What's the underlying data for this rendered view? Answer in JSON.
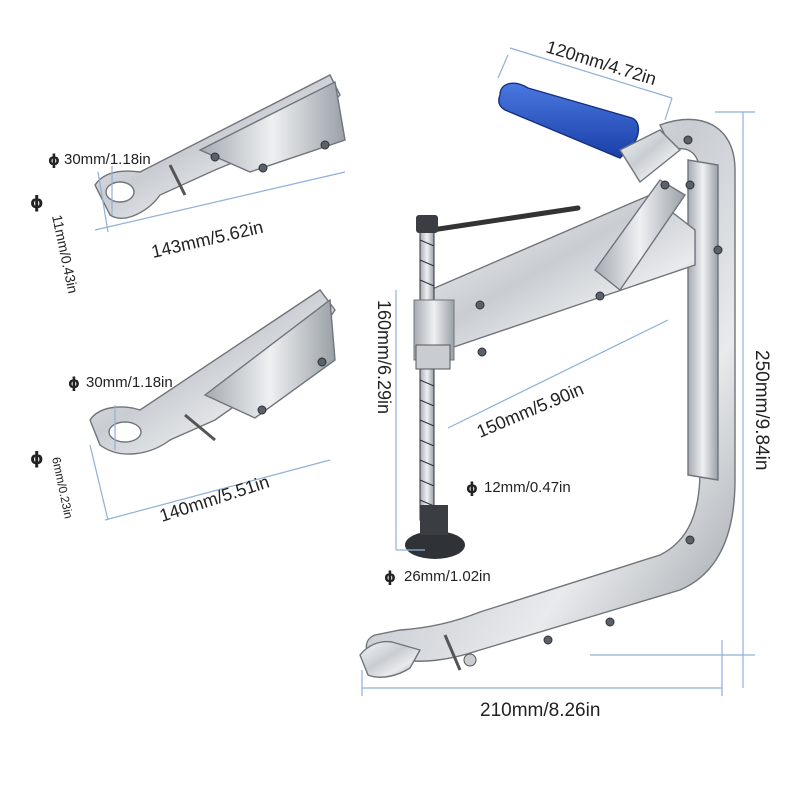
{
  "tool_top": {
    "diameter_label": "30mm/1.18in",
    "jaw_label": "11mm/0.43in",
    "length_label": "143mm/5.62in"
  },
  "tool_middle": {
    "diameter_label": "30mm/1.18in",
    "jaw_label": "6mm/0.23in",
    "length_label": "140mm/5.51in"
  },
  "main_tool": {
    "handle_label": "120mm/4.72in",
    "screw_height_label": "160mm/6.29in",
    "reach_label": "150mm/5.90in",
    "screw_diameter_label": "12mm/0.47in",
    "pad_diameter_label": "26mm/1.02in",
    "height_label": "250mm/9.84in",
    "width_label": "210mm/8.26in"
  },
  "symbols": {
    "diameter": "ϕ"
  },
  "colors": {
    "handle_grip": "#1f4fc4",
    "dimension_line": "#8fb0d8",
    "steel": "#c8ccd0"
  }
}
